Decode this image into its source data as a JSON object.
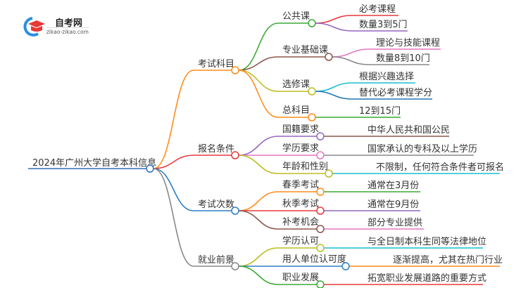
{
  "logo": {
    "name": "自考网",
    "url_text": "zikao-zikao.com"
  },
  "root": {
    "label": "2024年广州大学自考本科信息",
    "color": "#2e6fb5"
  },
  "branches": [
    {
      "label": "考试科目",
      "color": "#ff8c1a",
      "children": [
        {
          "label": "公共课",
          "color": "#3aaa35",
          "leaves": [
            {
              "label": "必考课程",
              "color": "#e8383d"
            },
            {
              "label": "数量3到5门",
              "color": "#9467bd"
            }
          ]
        },
        {
          "label": "专业基础课",
          "color": "#8c564b",
          "leaves": [
            {
              "label": "理论与技能课程",
              "color": "#e377c2"
            },
            {
              "label": "数量8到10门",
              "color": "#888888"
            }
          ]
        },
        {
          "label": "选修课",
          "color": "#bcbd22",
          "leaves": [
            {
              "label": "根据兴趣选择",
              "color": "#17becf"
            },
            {
              "label": "替代必考课程学分",
              "color": "#1f77b4"
            }
          ]
        },
        {
          "label": "总科目",
          "color": "#ff8c1a",
          "leaves": [
            {
              "label": "12到15门",
              "color": "#3aaa35"
            }
          ]
        }
      ]
    },
    {
      "label": "报名条件",
      "color": "#e8383d",
      "children": [
        {
          "label": "国籍要求",
          "color": "#9467bd",
          "leaves": [
            {
              "label": "中华人民共和国公民",
              "color": "#8c564b"
            }
          ]
        },
        {
          "label": "学历要求",
          "color": "#e377c2",
          "leaves": [
            {
              "label": "国家承认的专科及以上学历",
              "color": "#888888"
            }
          ]
        },
        {
          "label": "年龄和性别",
          "color": "#bcbd22",
          "leaves": [
            {
              "label": "不限制，任何符合条件者可报名",
              "color": "#17becf"
            }
          ]
        }
      ]
    },
    {
      "label": "考试次数",
      "color": "#2e7fc8",
      "children": [
        {
          "label": "春季考试",
          "color": "#ff8c1a",
          "leaves": [
            {
              "label": "通常在3月份",
              "color": "#3aaa35"
            }
          ]
        },
        {
          "label": "秋季考试",
          "color": "#e8383d",
          "leaves": [
            {
              "label": "通常在9月份",
              "color": "#9467bd"
            }
          ]
        },
        {
          "label": "补考机会",
          "color": "#8c564b",
          "leaves": [
            {
              "label": "部分专业提供",
              "color": "#e377c2"
            }
          ]
        }
      ]
    },
    {
      "label": "就业前景",
      "color": "#888888",
      "children": [
        {
          "label": "学历认可",
          "color": "#bcbd22",
          "leaves": [
            {
              "label": "与全日制本科生同等法律地位",
              "color": "#17becf"
            }
          ]
        },
        {
          "label": "用人单位认可度",
          "color": "#2e7fc8",
          "leaves": [
            {
              "label": "逐渐提高，尤其在热门行业",
              "color": "#ff8c1a"
            }
          ]
        },
        {
          "label": "职业发展",
          "color": "#3aaa35",
          "leaves": [
            {
              "label": "拓宽职业发展道路的重要方式",
              "color": "#e8383d"
            }
          ]
        }
      ]
    }
  ]
}
